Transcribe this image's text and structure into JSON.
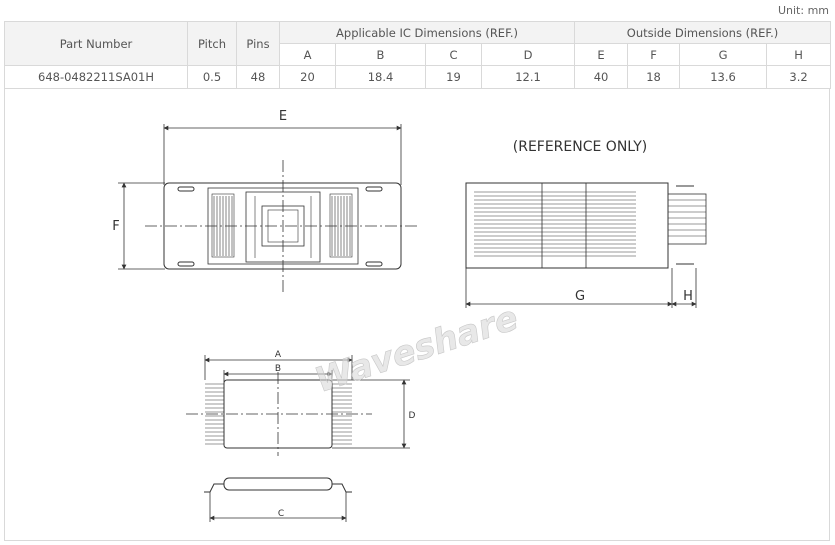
{
  "unit_label": "Unit: mm",
  "table": {
    "headers": {
      "part_number": "Part Number",
      "pitch": "Pitch",
      "pins": "Pins",
      "ic_group": "Applicable IC Dimensions (REF.)",
      "outside_group": "Outside Dimensions (REF.)",
      "ic_cols": [
        "A",
        "B",
        "C",
        "D"
      ],
      "outside_cols": [
        "E",
        "F",
        "G",
        "H"
      ]
    },
    "row": {
      "part_number": "648-0482211SA01H",
      "pitch": "0.5",
      "pins": "48",
      "ic": [
        "20",
        "18.4",
        "19",
        "12.1"
      ],
      "outside": [
        "40",
        "18",
        "13.6",
        "3.2"
      ]
    }
  },
  "drawing": {
    "reference_note": "(REFERENCE ONLY)",
    "watermark": "Waveshare",
    "labels": {
      "E": "E",
      "F": "F",
      "G": "G",
      "H": "H",
      "A": "A",
      "B": "B",
      "C": "C",
      "D": "D"
    }
  },
  "colors": {
    "line": "#333333",
    "header_bg": "#f3f3f3",
    "border": "#d9d9d9"
  }
}
